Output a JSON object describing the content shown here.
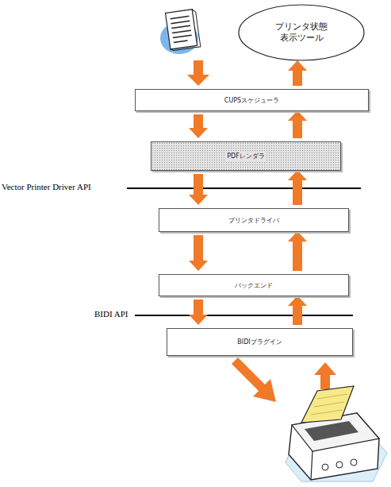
{
  "diagram": {
    "nodes": [
      {
        "text": [
          "プリンタ状態 表示ツール"
        ]
      },
      {
        "text": [
          "CUPSスケジューラ"
        ]
      },
      {
        "text": [
          "PDFレンダラ"
        ]
      },
      {
        "text": [
          "プリンタドライバ"
        ]
      },
      {
        "text": [
          "バックエンド"
        ]
      },
      {
        "text": [
          "BIDIプラグイン"
        ]
      }
    ],
    "edges": [
      {
        "from": 1,
        "to": 0,
        "arrow": "to"
      },
      {
        "from": 1,
        "to": 2,
        "arrow": "to"
      },
      {
        "from": 2,
        "to": 1,
        "arrow": "to"
      },
      {
        "from": 2,
        "to": 3,
        "arrow": "to"
      },
      {
        "from": 3,
        "to": 2,
        "arrow": "to"
      },
      {
        "from": 3,
        "to": 4,
        "arrow": "to"
      },
      {
        "from": 4,
        "to": 3,
        "arrow": "to"
      },
      {
        "from": 4,
        "to": 5,
        "arrow": "to"
      },
      {
        "from": 5,
        "to": 4,
        "arrow": "to"
      }
    ],
    "labels": [
      "Vector Printer Driver API",
      "BIDI API"
    ]
  }
}
